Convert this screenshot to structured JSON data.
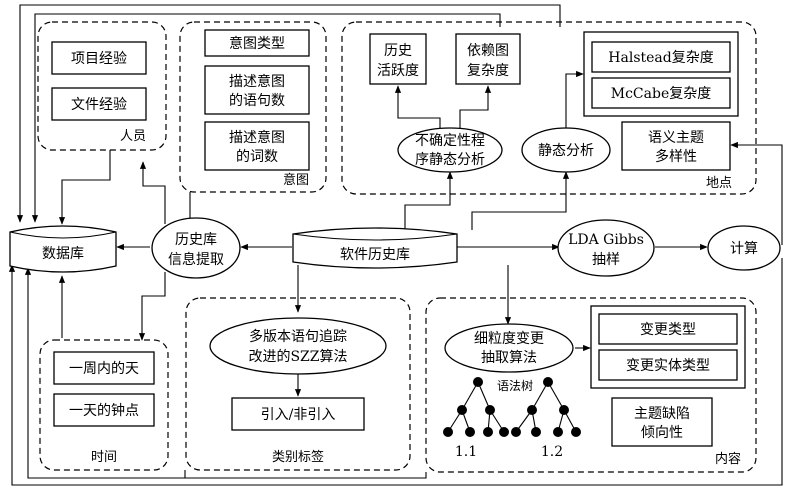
{
  "database": "数据库",
  "software_repo": "软件历史库",
  "history_extract": [
    "历史库",
    "信息提取"
  ],
  "lda": [
    "LDA Gibbs",
    "抽样"
  ],
  "compute": "计算",
  "people": {
    "title": "人员",
    "items": [
      "项目经验",
      "文件经验"
    ]
  },
  "intent": {
    "title": "意图",
    "items": [
      [
        "意图类型"
      ],
      [
        "描述意图",
        "的语句数"
      ],
      [
        "描述意图",
        "的词数"
      ]
    ]
  },
  "location": {
    "title": "地点",
    "history_activity": [
      "历史",
      "活跃度"
    ],
    "dependency_complexity": [
      "依赖图",
      "复杂度"
    ],
    "uncertain_analysis": [
      "不确定性程",
      "序静态分析"
    ],
    "static_analysis": "静态分析",
    "halstead": "Halstead复杂度",
    "mccabe": "McCabe复杂度",
    "semantic_diversity": [
      "语义主题",
      "多样性"
    ]
  },
  "time": {
    "title": "时间",
    "items": [
      "一周内的天",
      "一天的钟点"
    ]
  },
  "category": {
    "title": "类别标签",
    "szz": [
      "多版本语句追踪",
      "改进的SZZ算法"
    ],
    "intro": "引入/非引入"
  },
  "content": {
    "title": "内容",
    "fine_grained": [
      "细粒度变更",
      "抽取算法"
    ],
    "syntax_tree": "语法树",
    "tree_label_1": "1.1",
    "tree_label_2": "1.2",
    "change_type": "变更类型",
    "change_entity_type": "变更实体类型",
    "topic_defect": [
      "主题缺陷",
      "倾向性"
    ]
  }
}
